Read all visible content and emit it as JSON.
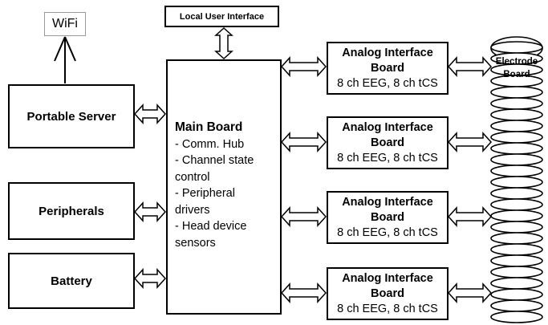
{
  "wifi": {
    "label": "WiFi"
  },
  "local_ui": {
    "label": "Local User Interface"
  },
  "left_blocks": [
    {
      "label": "Portable Server"
    },
    {
      "label": "Peripherals"
    },
    {
      "label": "Battery"
    }
  ],
  "main_board": {
    "title": "Main Board",
    "lines": [
      "- Comm. Hub",
      "- Channel state",
      "control",
      "- Peripheral",
      "drivers",
      "- Head device",
      "sensors"
    ]
  },
  "analog_boards": [
    {
      "line1": "Analog Interface",
      "line2": "Board",
      "line3": "8 ch EEG, 8 ch tCS"
    },
    {
      "line1": "Analog Interface",
      "line2": "Board",
      "line3": "8 ch EEG, 8 ch tCS"
    },
    {
      "line1": "Analog Interface",
      "line2": "Board",
      "line3": "8 ch EEG, 8 ch tCS"
    },
    {
      "line1": "Analog Interface",
      "line2": "Board",
      "line3": "8 ch EEG, 8 ch tCS"
    }
  ],
  "electrode_board": {
    "line1": "Electrode",
    "line2": "Board"
  },
  "colors": {
    "stroke": "#000000",
    "wifi_border": "#999999",
    "background": "#ffffff"
  }
}
